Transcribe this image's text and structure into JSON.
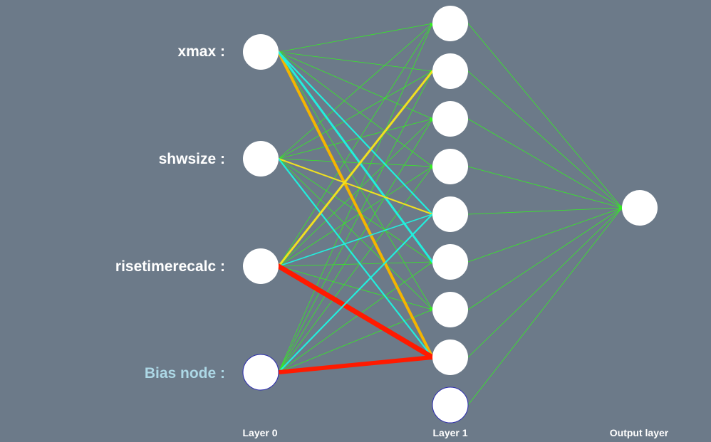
{
  "input_labels": [
    "xmax :",
    "shwsize :",
    "risetimerecalc :",
    "Bias node :"
  ],
  "layer_labels": [
    "Layer 0",
    "Layer 1",
    "Output layer"
  ],
  "colors": {
    "background": "#6c7a89",
    "node": "#ffffff",
    "bias_label": "#add8e6",
    "weak": "#33ee22",
    "cyan": "#22eedd",
    "yellow": "#f0e020",
    "orange": "#f4b400",
    "red": "#ff1a00"
  },
  "network": {
    "layer_sizes": [
      4,
      9,
      1
    ],
    "strong_connections": [
      {
        "from": 0,
        "to": 7,
        "color": "orange",
        "weight": 4
      },
      {
        "from": 0,
        "to": 4,
        "color": "cyan",
        "weight": 2.2
      },
      {
        "from": 0,
        "to": 5,
        "color": "cyan",
        "weight": 3
      },
      {
        "from": 1,
        "to": 4,
        "color": "yellow",
        "weight": 2
      },
      {
        "from": 1,
        "to": 7,
        "color": "cyan",
        "weight": 2.2
      },
      {
        "from": 2,
        "to": 1,
        "color": "yellow",
        "weight": 3
      },
      {
        "from": 2,
        "to": 4,
        "color": "cyan",
        "weight": 1.6
      },
      {
        "from": 2,
        "to": 7,
        "color": "red",
        "weight": 7
      },
      {
        "from": 3,
        "to": 4,
        "color": "cyan",
        "weight": 2.2
      },
      {
        "from": 3,
        "to": 7,
        "color": "red",
        "weight": 6
      }
    ]
  }
}
